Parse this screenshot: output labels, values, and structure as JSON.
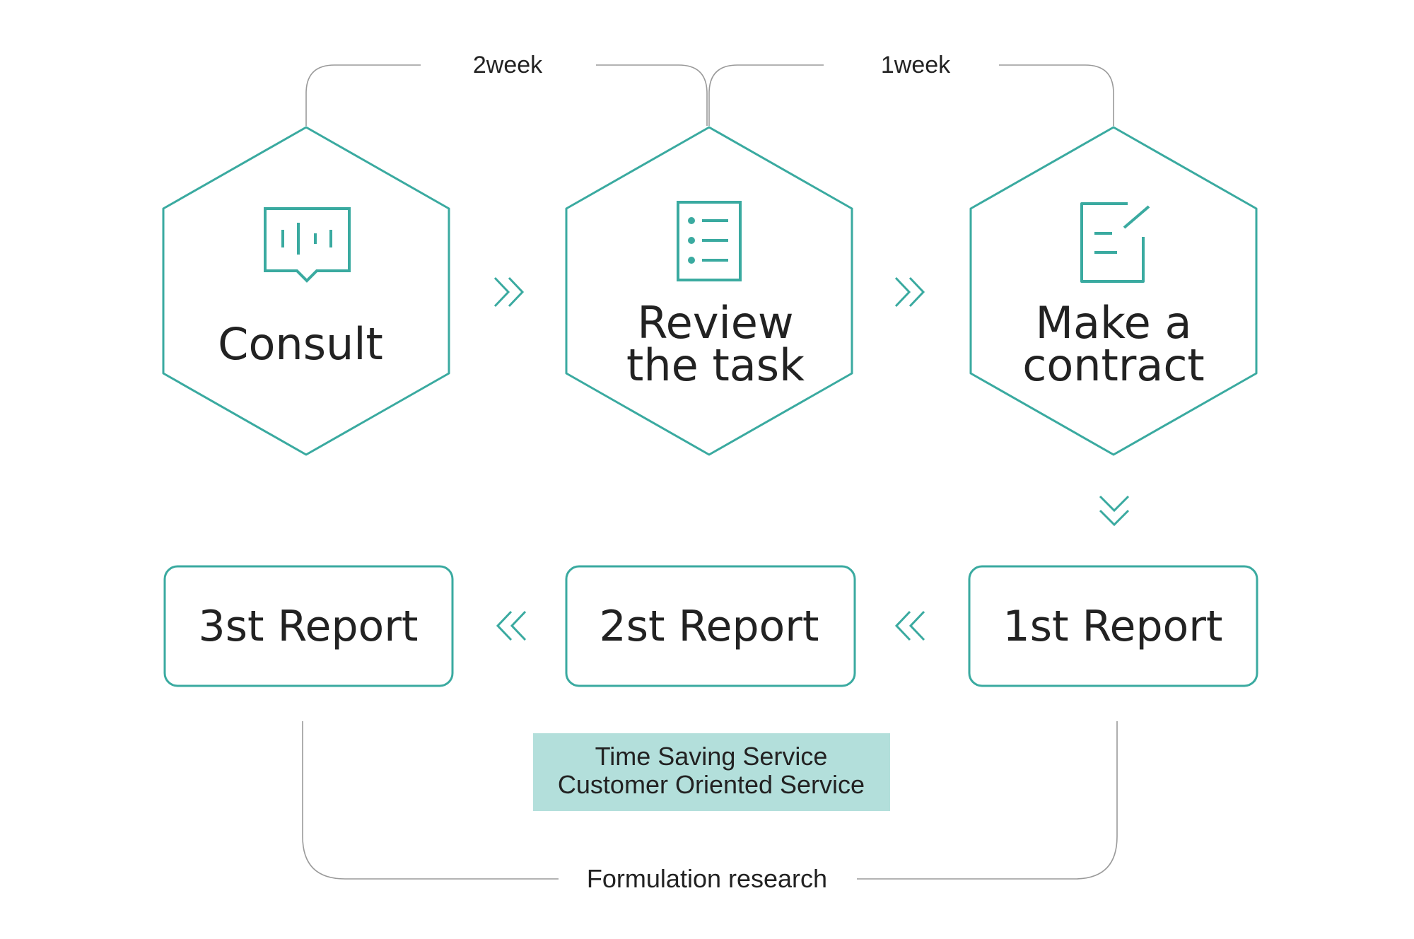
{
  "colors": {
    "accent": "#3aaaa0",
    "connector": "#9a9a9a",
    "text": "#222222",
    "note_bg": "#b3dfdb"
  },
  "timeline": {
    "top_left_label": "2week",
    "top_right_label": "1week",
    "bottom_label": "Formulation research"
  },
  "steps": [
    {
      "lines": [
        "Consult"
      ],
      "icon": "chat-bubble-icon"
    },
    {
      "lines": [
        "Review",
        "the task"
      ],
      "icon": "checklist-icon"
    },
    {
      "lines": [
        "Make a",
        "contract"
      ],
      "icon": "contract-edit-icon"
    }
  ],
  "reports": {
    "first": "1st Report",
    "second": "2st Report",
    "third": "3st Report"
  },
  "note": {
    "line1": "Time Saving Service",
    "line2": "Customer Oriented Service"
  }
}
